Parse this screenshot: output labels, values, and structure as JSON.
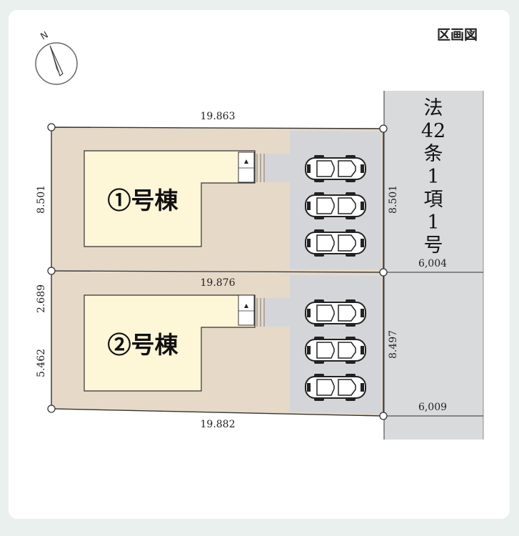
{
  "title": "区画図",
  "compass": {
    "label": "N",
    "icon": "north-arrow-icon"
  },
  "road": {
    "label_chars": [
      "法",
      "42",
      "条",
      "1",
      "項",
      "1",
      "号"
    ]
  },
  "lots": [
    {
      "name": "①号棟",
      "parking_spaces": 3
    },
    {
      "name": "②号棟",
      "parking_spaces": 3
    }
  ],
  "dimensions": {
    "top_edge": "19.863",
    "middle_edge": "19.876",
    "bottom_edge": "19.882",
    "lot1_left": "8.501",
    "lot1_right": "8.501",
    "lot2_left_upper": "2.689",
    "lot2_left_lower": "5.462",
    "lot2_right": "8.497",
    "road_width_upper": "6,004",
    "road_width_lower": "6,009"
  },
  "colors": {
    "lot_fill": "#e6d9c8",
    "building_fill": "#fdf6d7",
    "parking_fill": "#d4d5d8",
    "road_fill": "#d9dadc"
  }
}
